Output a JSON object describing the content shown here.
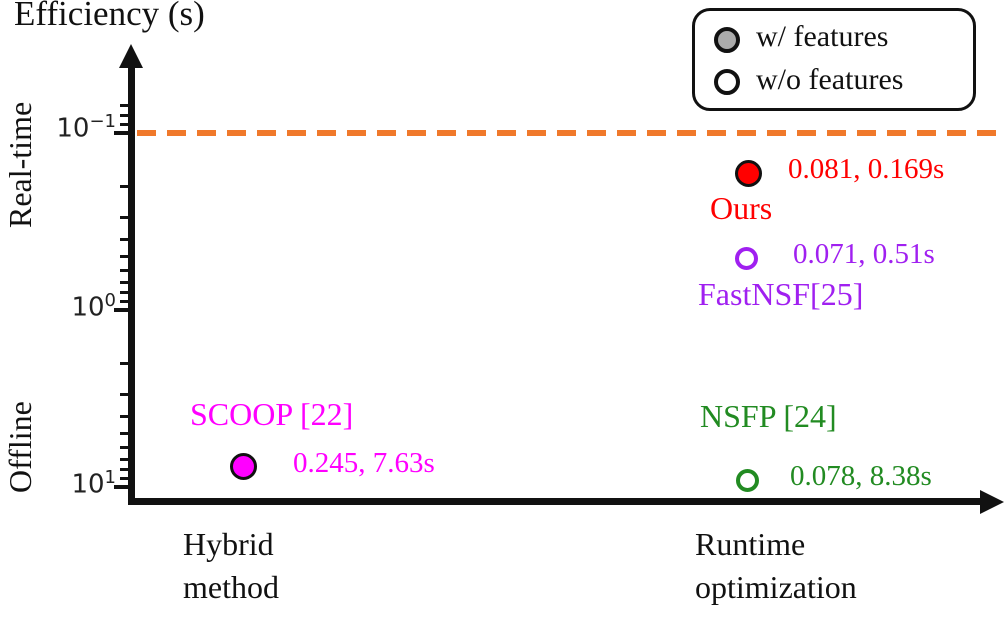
{
  "title": "Efficiency (s)",
  "legend": {
    "items": [
      {
        "label": "w/ features",
        "marker": "filled-gray-circle",
        "fill": "#ABABAB"
      },
      {
        "label": "w/o features",
        "marker": "open-circle",
        "fill": "#FFFFFF"
      }
    ]
  },
  "y_axis": {
    "scale": "log",
    "inverted": true,
    "tick_labels": [
      {
        "base": "10",
        "exp": "−1",
        "value": 0.1
      },
      {
        "base": "10",
        "exp": "0",
        "value": 1
      },
      {
        "base": "10",
        "exp": "1",
        "value": 10
      }
    ],
    "major_tick_values": [
      0.1,
      1,
      10
    ],
    "minor_tick_values": [
      0.07,
      0.08,
      0.09,
      0.2,
      0.3,
      0.4,
      0.5,
      0.6,
      0.7,
      0.8,
      0.9,
      2,
      3,
      4,
      5,
      6,
      7,
      8,
      9
    ],
    "zone_top": "Real-time",
    "zone_bottom": "Offline"
  },
  "x_axis": {
    "category_left": {
      "line1": "Hybrid",
      "line2": "method"
    },
    "category_right": {
      "line1": "Runtime",
      "line2": "optimization"
    }
  },
  "threshold": {
    "value": 0.1,
    "color": "#F0792B",
    "style": "dashed"
  },
  "points": {
    "ours": {
      "name": "Ours",
      "value_label": "0.081, 0.169s",
      "color": "#FF0000"
    },
    "fastnsf": {
      "name": "FastNSF[25]",
      "value_label": "0.071, 0.51s",
      "color": "#A020F0"
    },
    "scoop": {
      "name": "SCOOP [22]",
      "value_label": "0.245, 7.63s",
      "color": "#FF00FF"
    },
    "nsfp": {
      "name": "NSFP [24]",
      "value_label": "0.078, 8.38s",
      "color": "#228B22"
    }
  },
  "chart_data": {
    "type": "scatter",
    "title": "Efficiency (s)",
    "ylabel": "Efficiency (s)",
    "y_scale": "log",
    "y_axis_inverted": true,
    "y_tick_values": [
      0.1,
      1,
      10
    ],
    "y_zone_labels": [
      "Real-time",
      "Offline"
    ],
    "x_categories": [
      "Hybrid method",
      "Runtime optimization"
    ],
    "threshold_line": {
      "y_value": 0.1,
      "color": "#F0792B",
      "style": "dashed"
    },
    "legend": {
      "position": "top-right",
      "entries": [
        {
          "label": "w/ features",
          "marker": "filled gray circle"
        },
        {
          "label": "w/o features",
          "marker": "open circle"
        }
      ]
    },
    "points": [
      {
        "name": "Ours",
        "x_category": "Runtime optimization",
        "label": "0.081, 0.169s",
        "values": [
          0.081,
          0.169
        ],
        "time_s": 0.169,
        "features": true,
        "marker": "filled",
        "color": "#FF0000"
      },
      {
        "name": "FastNSF[25]",
        "x_category": "Runtime optimization",
        "label": "0.071, 0.51s",
        "values": [
          0.071,
          0.51
        ],
        "time_s": 0.51,
        "features": false,
        "marker": "open",
        "color": "#A020F0"
      },
      {
        "name": "SCOOP [22]",
        "x_category": "Hybrid method",
        "label": "0.245, 7.63s",
        "values": [
          0.245,
          7.63
        ],
        "time_s": 7.63,
        "features": true,
        "marker": "filled",
        "color": "#FF00FF"
      },
      {
        "name": "NSFP [24]",
        "x_category": "Runtime optimization",
        "label": "0.078, 8.38s",
        "values": [
          0.078,
          8.38
        ],
        "time_s": 8.38,
        "features": false,
        "marker": "open",
        "color": "#228B22"
      }
    ]
  }
}
